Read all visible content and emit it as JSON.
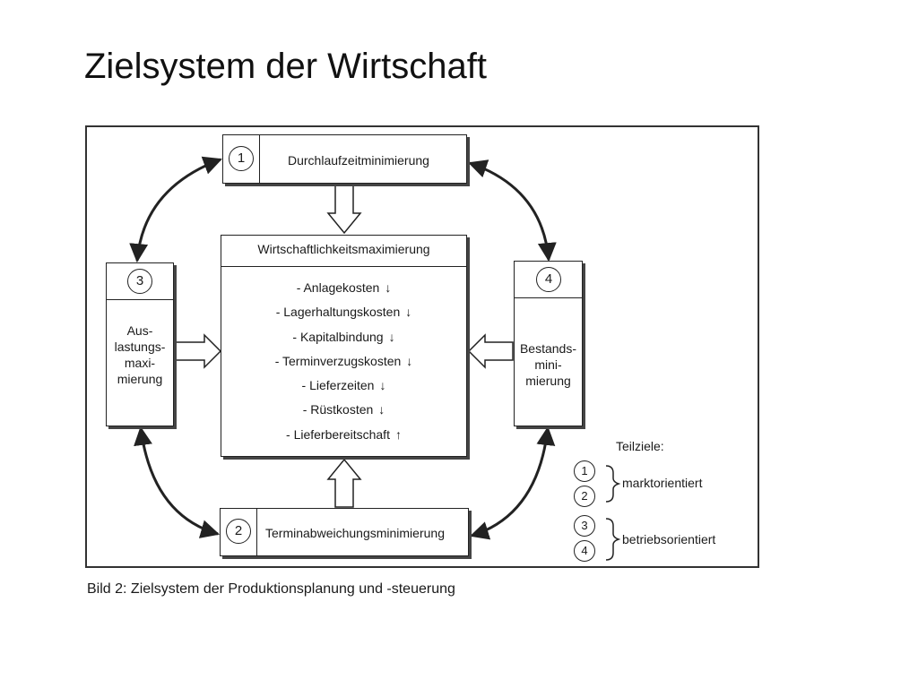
{
  "slide": {
    "title": "Zielsystem der Wirtschaft"
  },
  "diagram": {
    "goals": {
      "top": {
        "number": "1",
        "label": "Durchlaufzeitminimierung"
      },
      "bottom": {
        "number": "2",
        "label": "Terminabweichungsminimierung"
      },
      "left": {
        "number": "3",
        "lines": [
          "Aus-",
          "lastungs-",
          "maxi-",
          "mierung"
        ]
      },
      "right": {
        "number": "4",
        "lines": [
          "Bestands-",
          "mini-",
          "mierung"
        ]
      }
    },
    "main": {
      "title": "Wirtschaftlichkeitsmaximierung",
      "items": [
        {
          "label": "- Anlagekosten",
          "trend": "↓"
        },
        {
          "label": "- Lagerhaltungskosten",
          "trend": "↓"
        },
        {
          "label": "- Kapitalbindung",
          "trend": "↓"
        },
        {
          "label": "- Terminverzugskosten",
          "trend": "↓"
        },
        {
          "label": "- Lieferzeiten",
          "trend": "↓"
        },
        {
          "label": "- Rüstkosten",
          "trend": "↓"
        },
        {
          "label": "- Lieferbereitschaft",
          "trend": "↑"
        }
      ]
    },
    "legend": {
      "title": "Teilziele:",
      "groups": [
        {
          "numbers": [
            "1",
            "2"
          ],
          "label": "marktorientiert"
        },
        {
          "numbers": [
            "3",
            "4"
          ],
          "label": "betriebsorientiert"
        }
      ]
    },
    "caption": "Bild 2: Zielsystem der Produktionsplanung und -steuerung"
  }
}
